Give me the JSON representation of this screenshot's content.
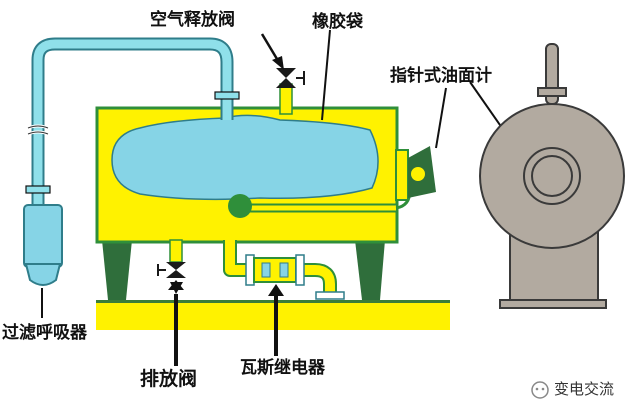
{
  "labels": {
    "air_release_valve": "空气释放阀",
    "rubber_bag": "橡胶袋",
    "pointer_oil_gauge": "指针式油面计",
    "filter_breather": "过滤呼吸器",
    "drain_valve": "排放阀",
    "gas_relay": "瓦斯继电器"
  },
  "watermark": {
    "text": "变电交流"
  },
  "colors": {
    "oil_yellow": "#fff200",
    "bag_blue": "#86d4e6",
    "tank_outline": "#2f8f3a",
    "pipe_blue": "#8fe0ea",
    "leg_green": "#2f6e3b",
    "valve_dark": "#1a1a1a",
    "end_view_gray": "#b2aaa0"
  }
}
